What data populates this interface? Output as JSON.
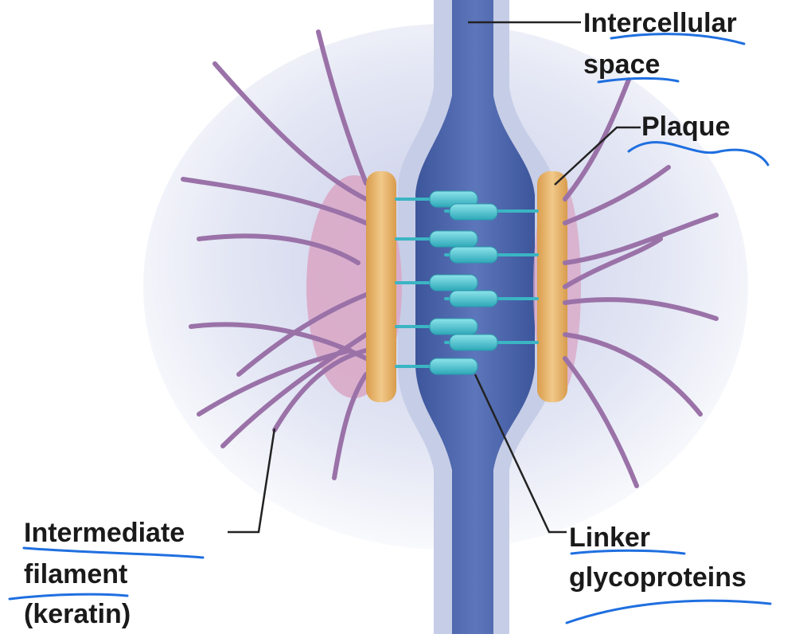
{
  "labels": {
    "intercellular_space": [
      "Intercellular",
      "space"
    ],
    "plaque": "Plaque",
    "intermediate_filament": [
      "Intermediate",
      "filament",
      "(keratin)"
    ],
    "linker_glycoproteins": [
      "Linker",
      "glycoproteins"
    ]
  },
  "colors": {
    "intercellular_space": "#4a63a8",
    "membrane": "#c6cde6",
    "plaque": "#e9b871",
    "filament": "#9a72a8",
    "cell_dome": "#d9a6c4",
    "linker": "#4fc3cf",
    "annotation_pen": "#1f6fe0",
    "leader_line": "#222222"
  }
}
